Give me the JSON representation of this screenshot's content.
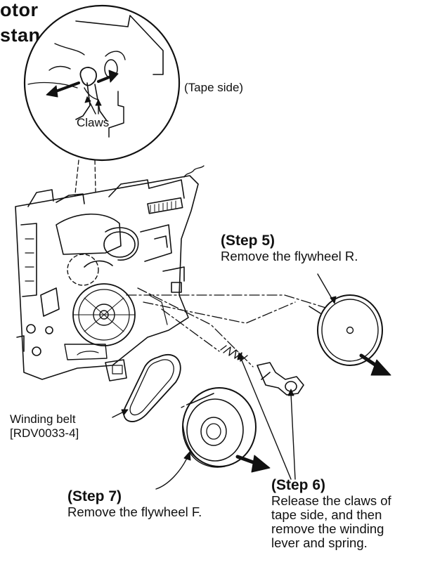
{
  "header": {
    "line1": "otor",
    "line2": "stan"
  },
  "callouts": {
    "tape_side": "(Tape side)",
    "claws": "Claws",
    "winding_belt": "Winding belt",
    "belt_part": "[RDV0033-4]"
  },
  "steps": {
    "step5": {
      "title": "(Step 5)",
      "lines": [
        "Remove the flywheel R."
      ]
    },
    "step6": {
      "title": "(Step 6)",
      "lines": [
        "Release the claws of",
        "tape side, and then",
        "remove the winding",
        "lever and spring."
      ]
    },
    "step7": {
      "title": "(Step 7)",
      "lines": [
        "Remove the flywheel F."
      ]
    }
  },
  "colors": {
    "ink": "#111111",
    "background": "#ffffff"
  },
  "icons": [
    "arrow-left-icon",
    "arrow-right-icon",
    "removal-arrow-icon"
  ]
}
